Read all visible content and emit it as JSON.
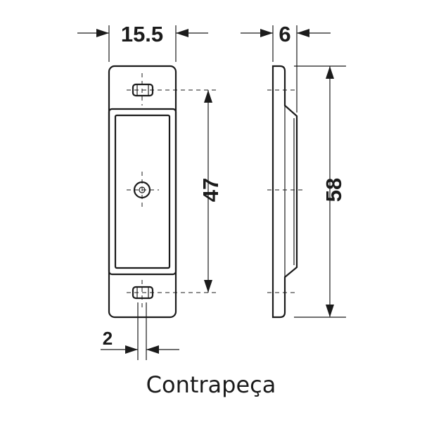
{
  "dimensions": {
    "width": "15.5",
    "thickness": "6",
    "hole_spacing": "47",
    "height": "58",
    "offset": "2"
  },
  "caption": "Contrapeça"
}
